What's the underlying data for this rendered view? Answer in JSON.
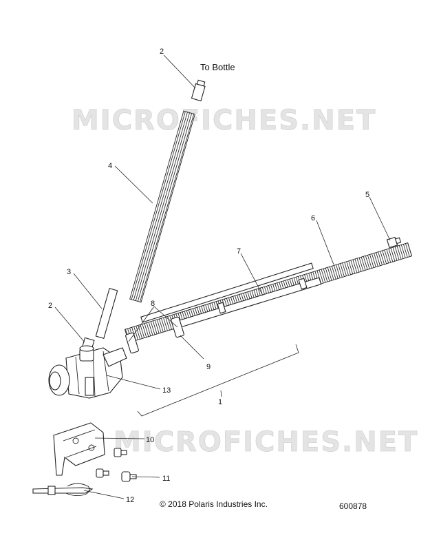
{
  "watermarks": [
    "MICROFICHES.NET",
    "MICROFICHES.NET"
  ],
  "note": "To Bottle",
  "callouts": {
    "c1": "1",
    "c2a": "2",
    "c2b": "2",
    "c3": "3",
    "c4": "4",
    "c5": "5",
    "c6": "6",
    "c7": "7",
    "c8": "8",
    "c9": "9",
    "c10": "10",
    "c11": "11",
    "c12": "12",
    "c13": "13"
  },
  "copyright": "© 2018 Polaris Industries Inc.",
  "figure_number": "600878"
}
